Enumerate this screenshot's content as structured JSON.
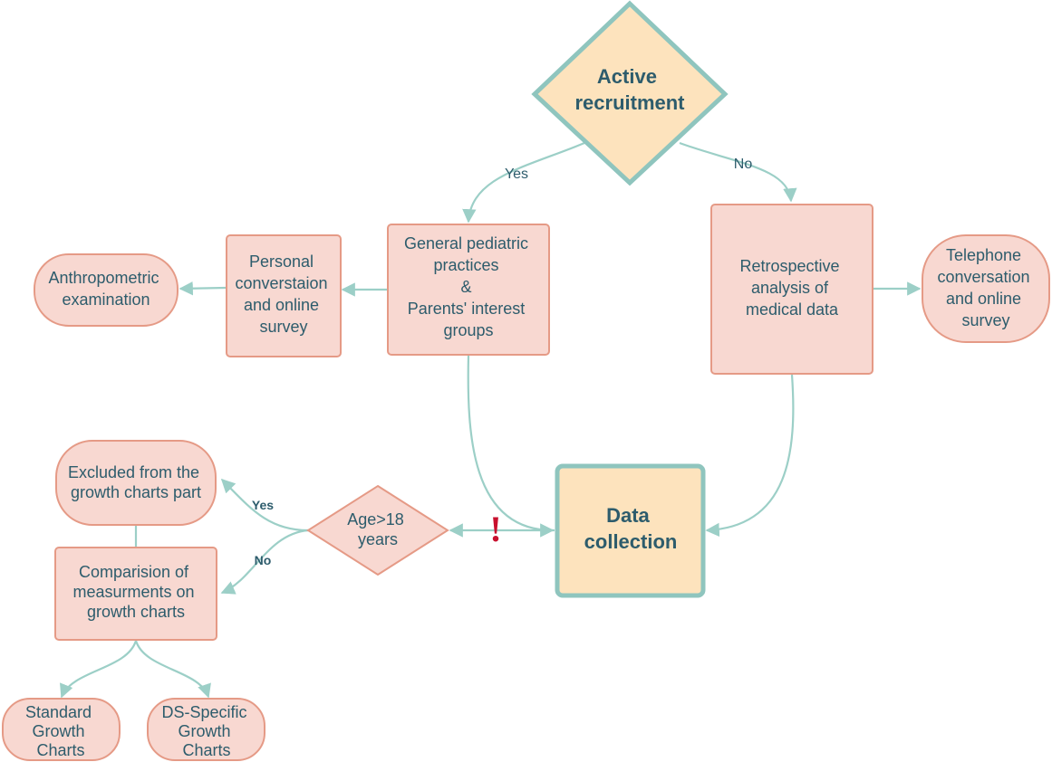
{
  "nodes": {
    "active_recruitment": [
      "Active",
      "recruitment"
    ],
    "general_practices": [
      "General pediatric",
      "practices",
      "&",
      "Parents' interest",
      "groups"
    ],
    "retrospective": [
      "Retrospective",
      "analysis of",
      "medical data"
    ],
    "personal_conversation": [
      "Personal",
      "converstaion",
      "and online",
      "survey"
    ],
    "anthropometric": [
      "Anthropometric",
      "examination"
    ],
    "telephone": [
      "Telephone",
      "conversation",
      "and online",
      "survey"
    ],
    "data_collection": [
      "Data",
      "collection"
    ],
    "age_check": [
      "Age>18",
      "years"
    ],
    "excluded": [
      "Excluded from the",
      "growth charts part"
    ],
    "comparison": [
      "Comparision of",
      "measurments on",
      "growth charts"
    ],
    "standard_charts": [
      "Standard",
      "Growth",
      "Charts"
    ],
    "ds_charts": [
      "DS-Specific",
      "Growth",
      "Charts"
    ]
  },
  "edge_labels": {
    "yes_recruit": "Yes",
    "no_recruit": "No",
    "yes_age": "Yes",
    "no_age": "No"
  },
  "warning_symbol": "!",
  "colors": {
    "node_fill": "#f8d8d1",
    "node_stroke": "#e59a86",
    "key_fill": "#fde3bd",
    "key_stroke": "#8fc5be",
    "edge": "#9ccfc7",
    "text": "#2d5c6c",
    "warning": "#c8102e"
  }
}
